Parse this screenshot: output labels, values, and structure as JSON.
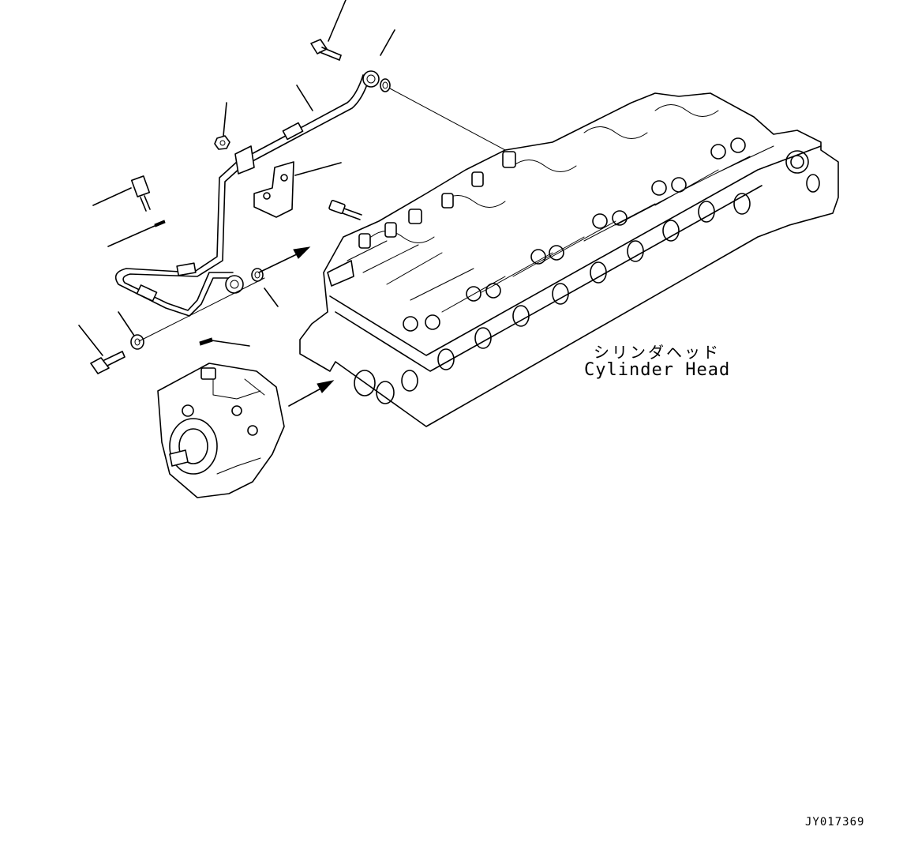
{
  "labels": {
    "part_name_jp": "シリンダヘッド",
    "part_name_en": "Cylinder Head"
  },
  "drawing_id": "JY017369"
}
